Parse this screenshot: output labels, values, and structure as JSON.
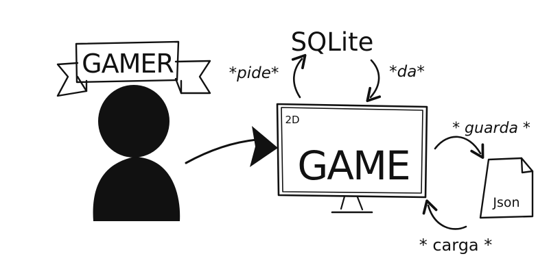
{
  "labels": {
    "banner": "GAMER",
    "database": "SQLite",
    "request": "*pide*",
    "give": "*da*",
    "monitor_corner": "2D",
    "monitor_main": "GAME",
    "save": "* guarda *",
    "file": "Json",
    "load": "* carga *"
  },
  "colors": {
    "ink": "#111111",
    "background": "#ffffff"
  },
  "icons": {
    "user": "person-silhouette-icon",
    "screen": "monitor-icon",
    "document": "file-icon"
  }
}
